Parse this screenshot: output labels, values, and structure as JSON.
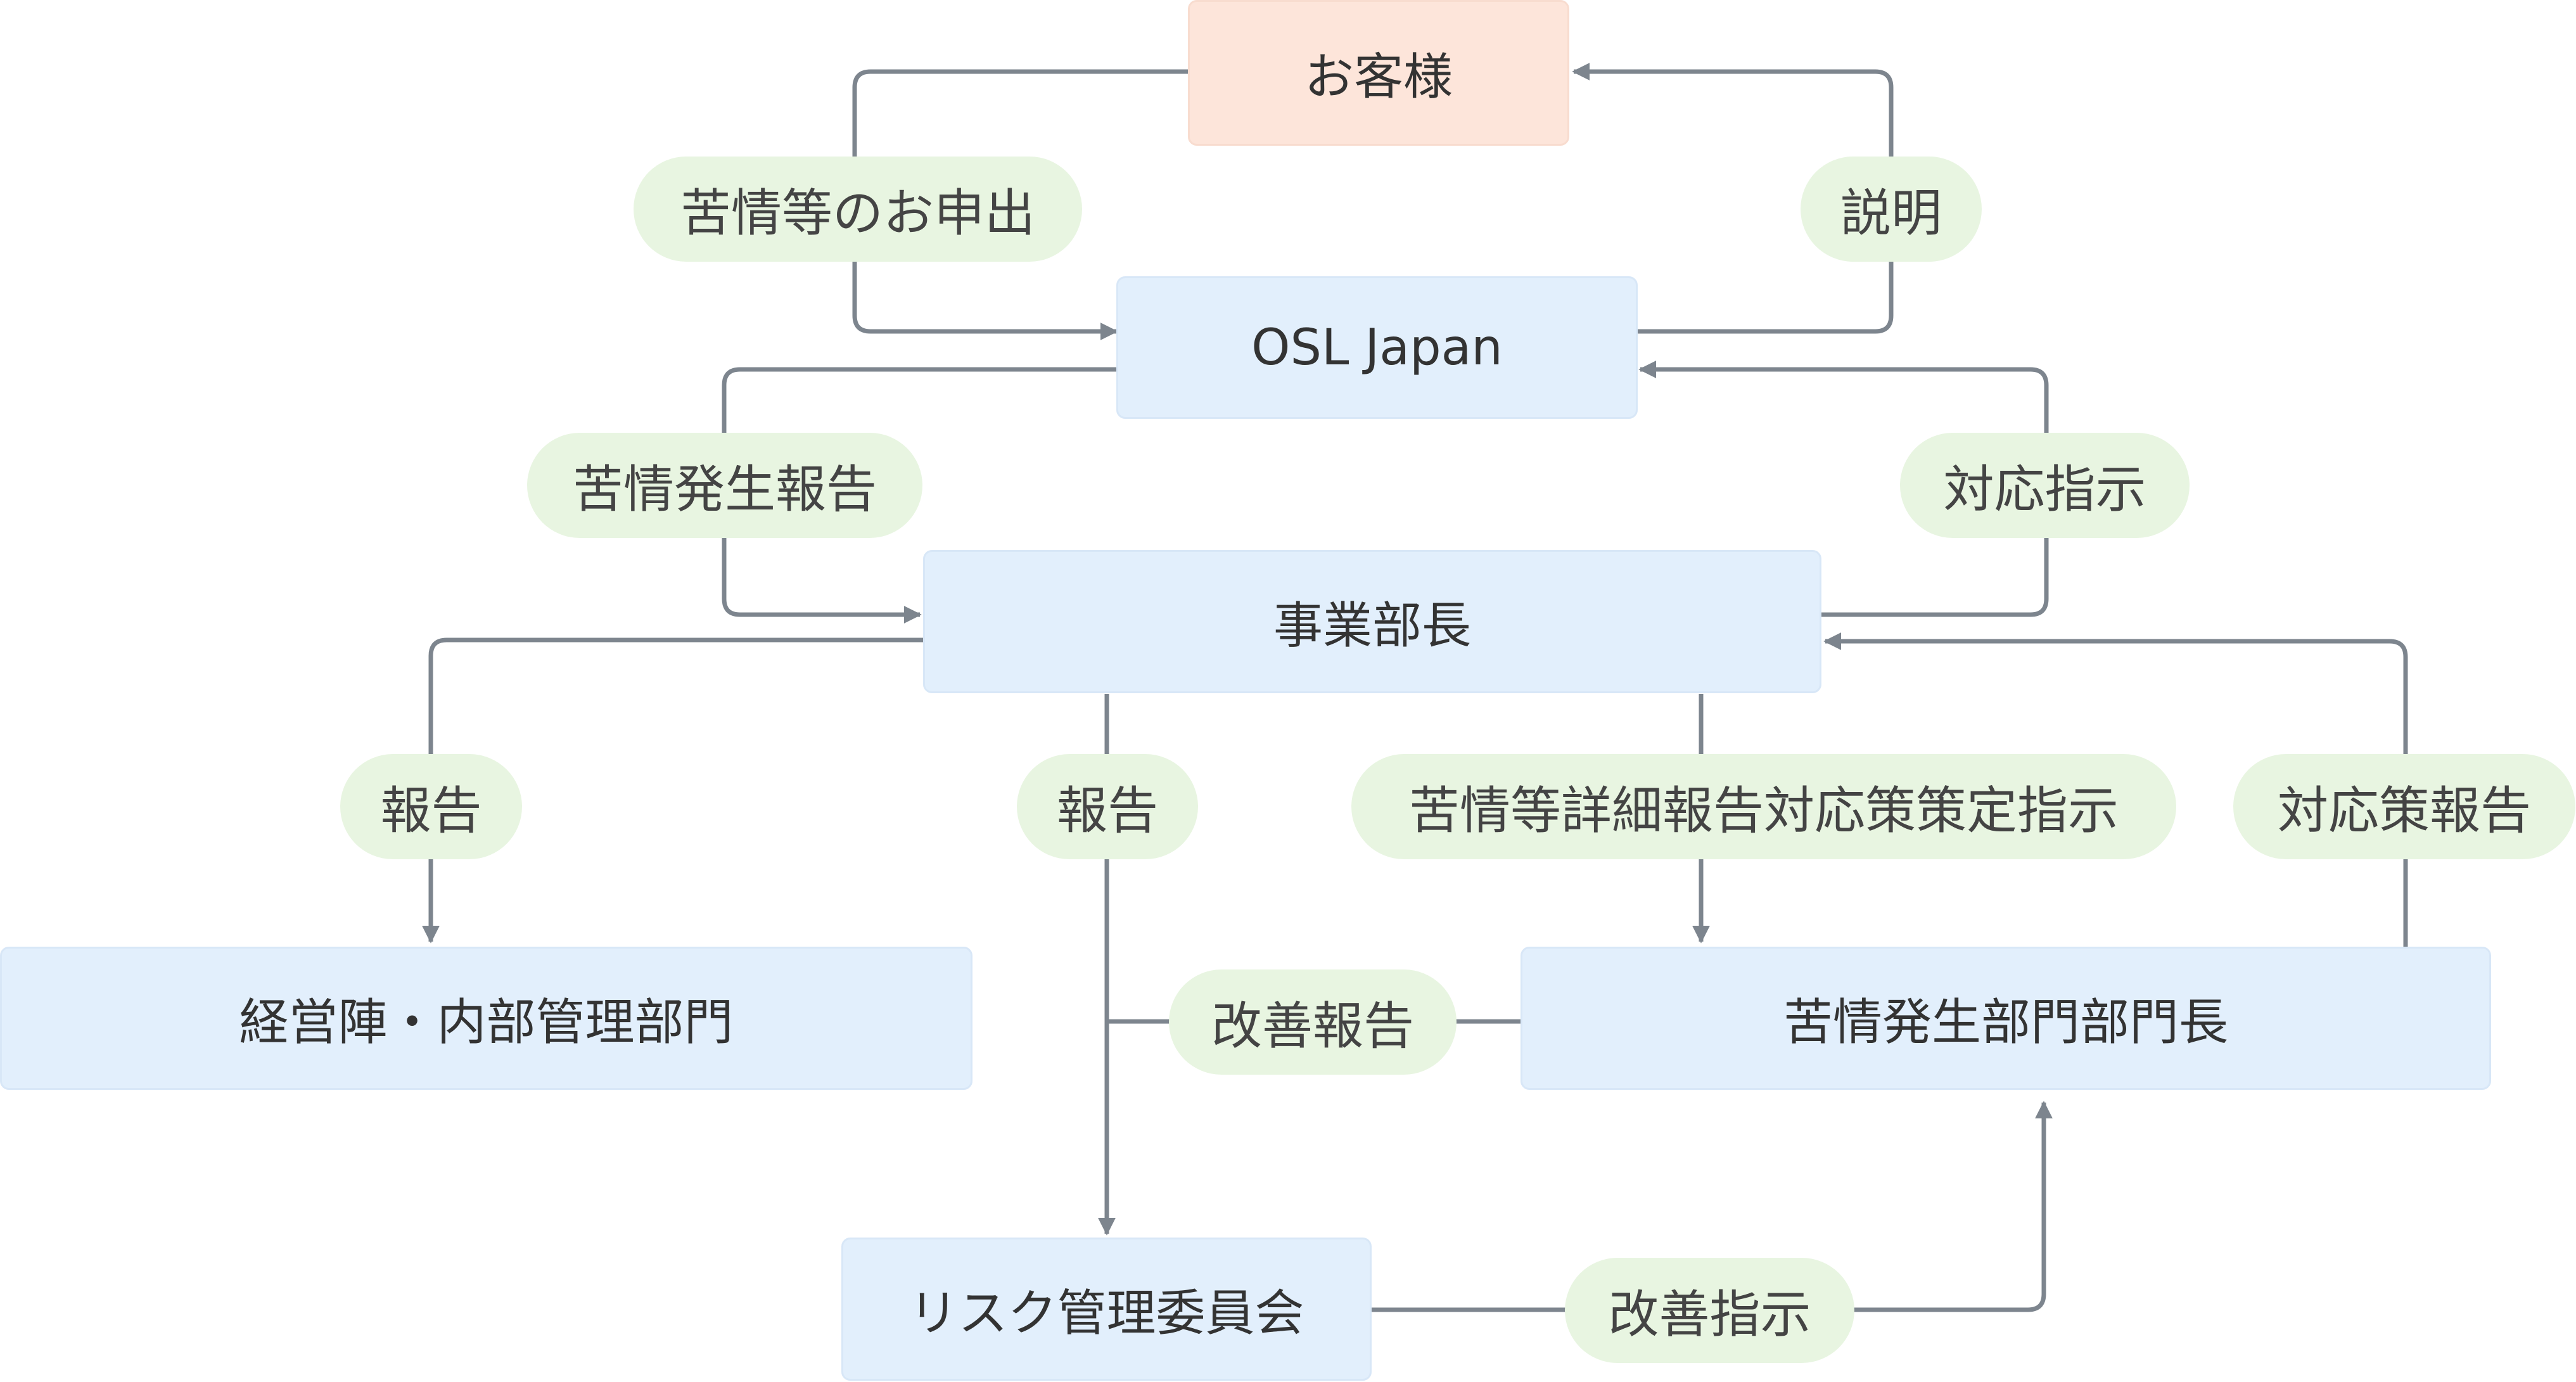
{
  "nodes": {
    "customer": "お客様",
    "osl_japan": "OSL Japan",
    "business_head": "事業部長",
    "management": "経営陣・内部管理部門",
    "complaint_dept_head": "苦情発生部門部門長",
    "risk_committee": "リスク管理委員会"
  },
  "edges": {
    "complaint_request": "苦情等のお申出",
    "explanation": "説明",
    "complaint_report": "苦情発生報告",
    "response_instruction": "対応指示",
    "report_left": "報告",
    "report_center": "報告",
    "detail_instruction": "苦情等詳細報告対応策策定指示",
    "measure_report": "対応策報告",
    "improvement_report": "改善報告",
    "improvement_instruction": "改善指示"
  },
  "colors": {
    "node_fill": "#e2effc",
    "customer_fill": "#fde5da",
    "label_fill": "#e8f5e1",
    "connector": "#7d858e"
  }
}
